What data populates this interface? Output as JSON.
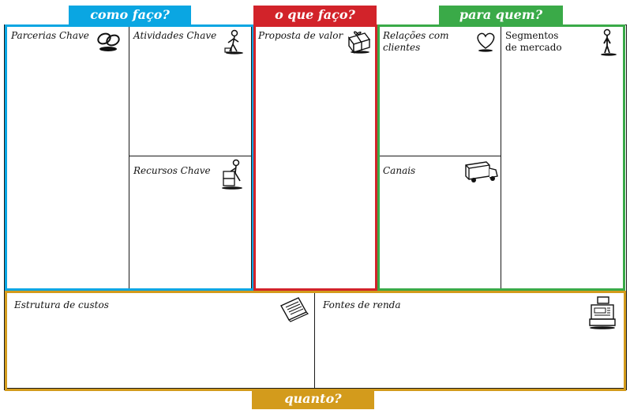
{
  "header_tabs": {
    "como": "como faço?",
    "oque": "o que faço?",
    "para": "para quem?"
  },
  "footer_tab": "quanto?",
  "blocks": {
    "parcerias": "Parcerias Chave",
    "atividades": "Atividades Chave",
    "recursos": "Recursos Chave",
    "proposta": "Proposta de valor",
    "relacoes": "Relações com clientes",
    "canais": "Canais",
    "segmentos": "Segmentos de mercado",
    "custos": "Estrutura de custos",
    "receitas": "Fontes de renda"
  },
  "colors": {
    "blue": "#0aa6e2",
    "red": "#d2232a",
    "green": "#3aaa48",
    "gold": "#d39b1c"
  }
}
